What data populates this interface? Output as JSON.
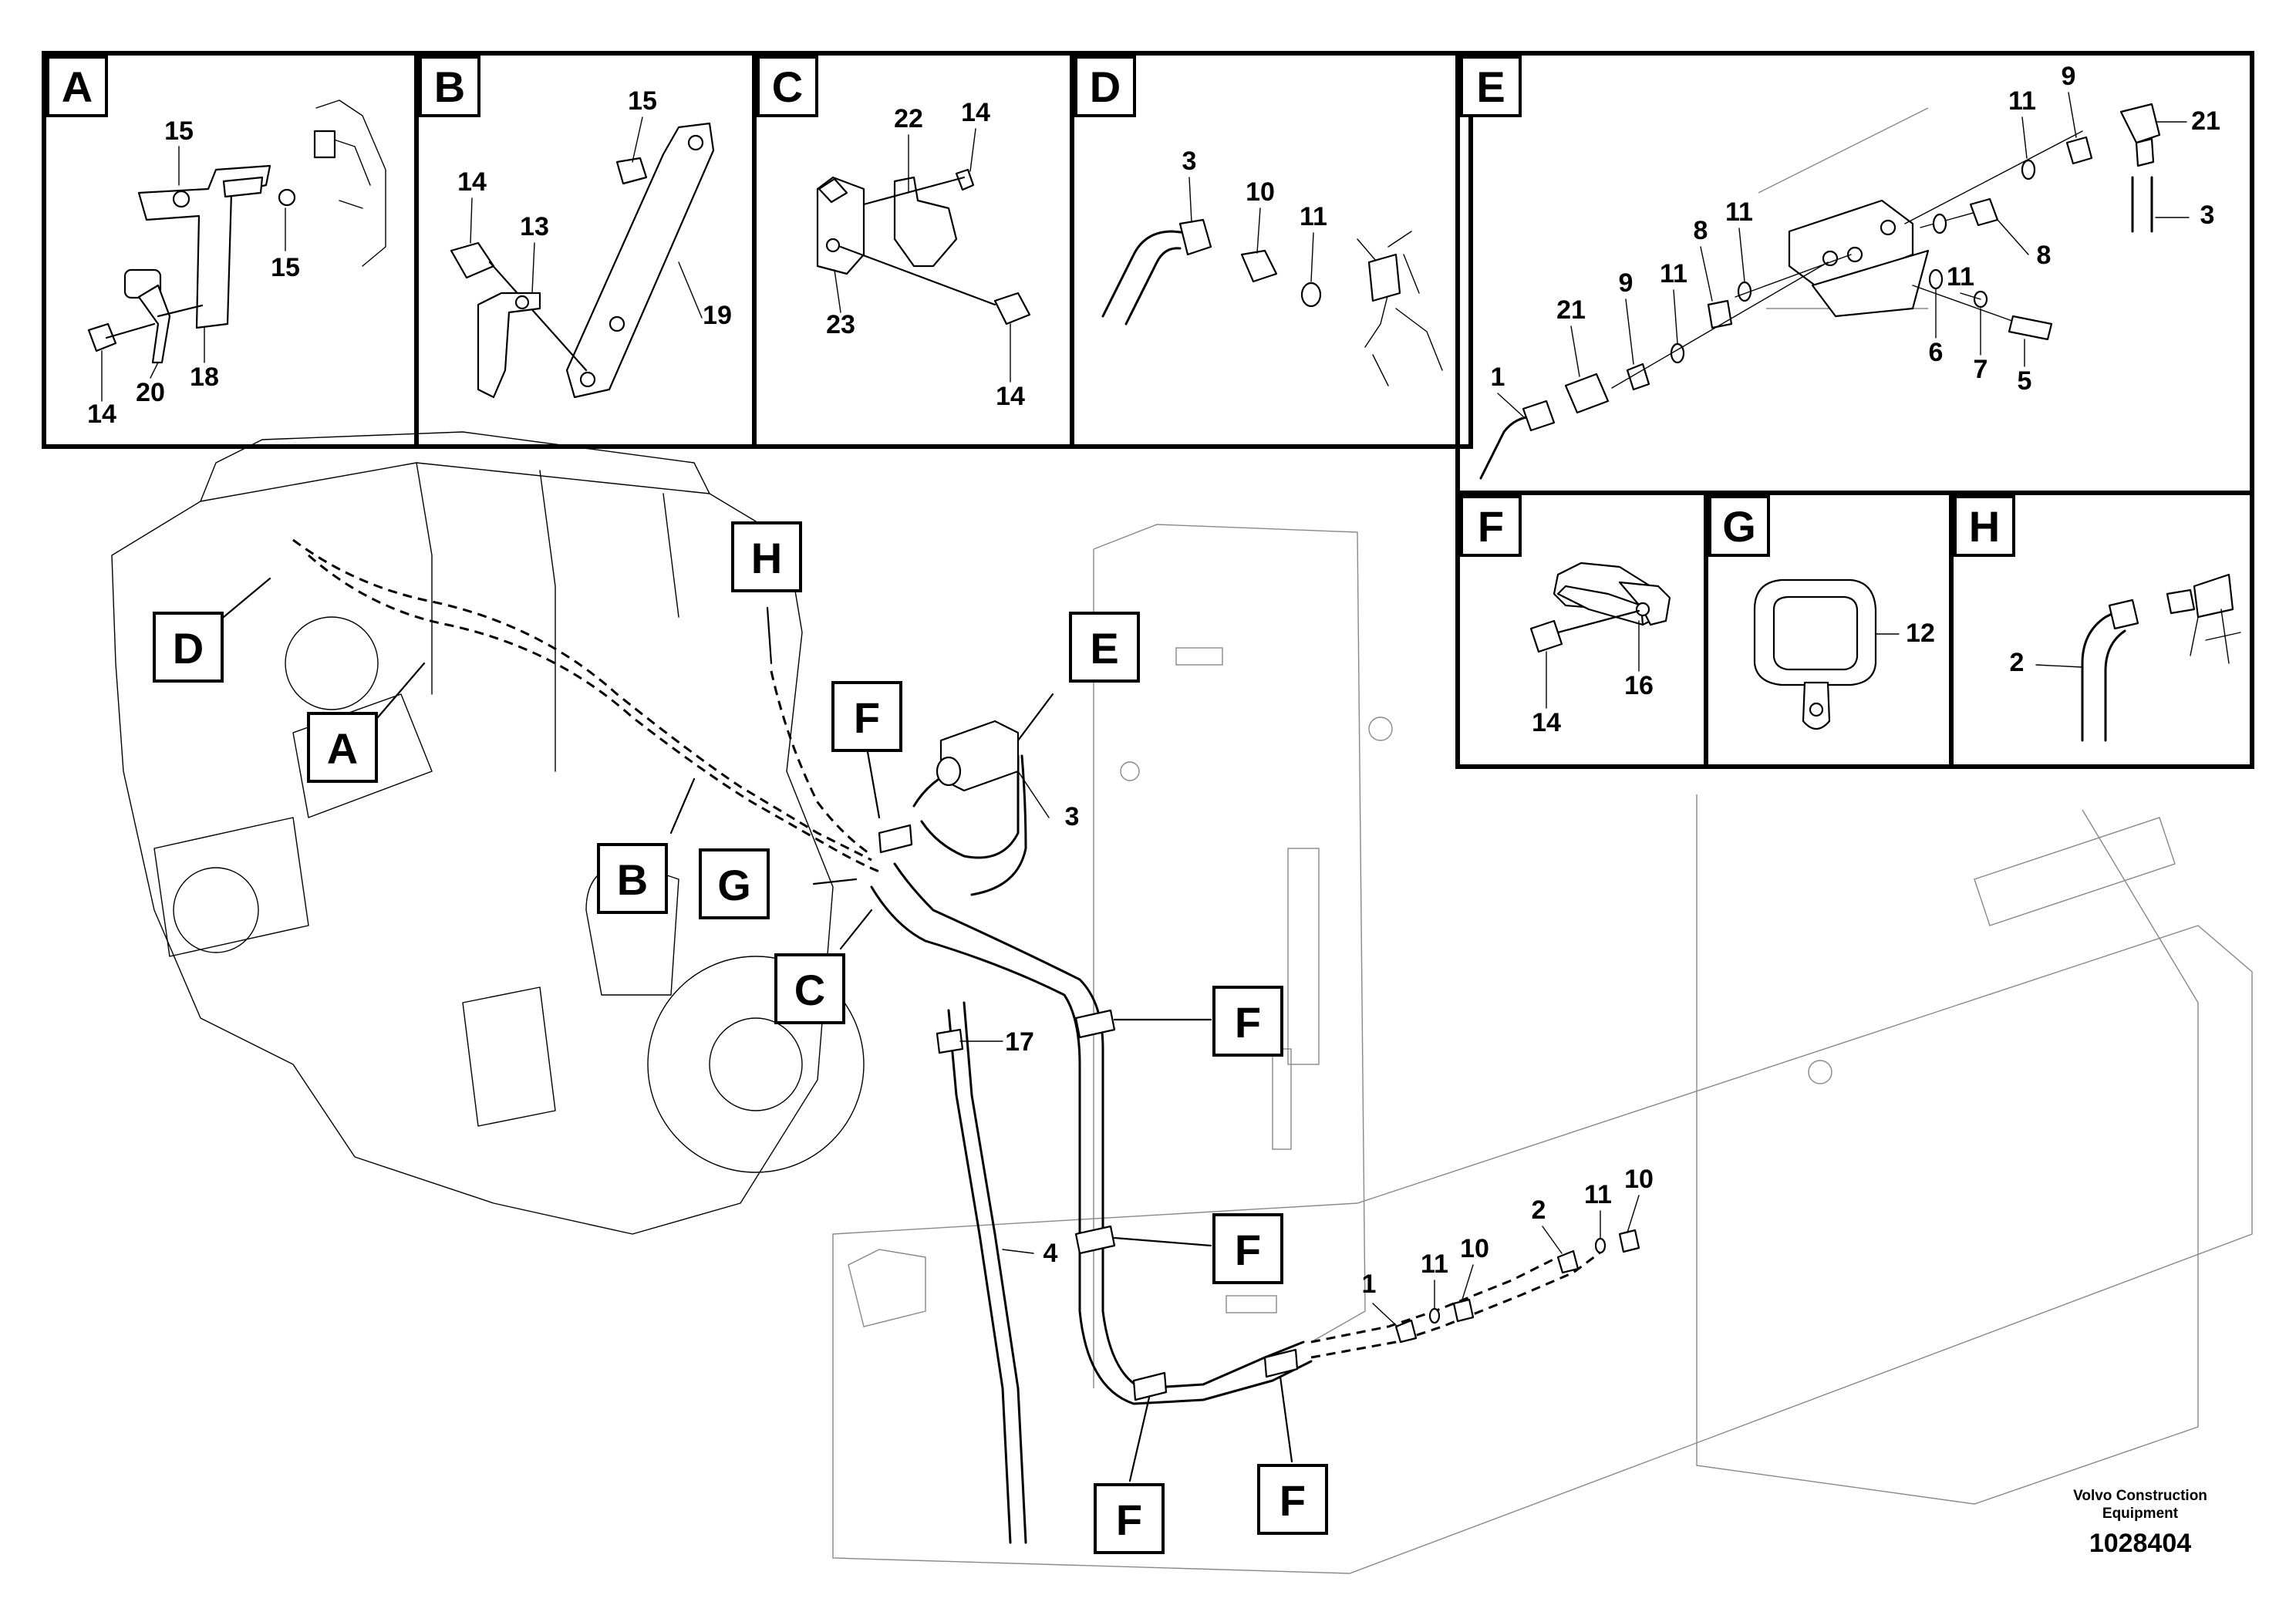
{
  "footer": {
    "company_line1": "Volvo Construction",
    "company_line2": "Equipment",
    "drawing_id": "1028404"
  },
  "panels": {
    "A": {
      "letter": "A",
      "callouts": [
        "15",
        "15",
        "14",
        "20",
        "18"
      ]
    },
    "B": {
      "letter": "B",
      "callouts": [
        "15",
        "14",
        "13",
        "19"
      ]
    },
    "C": {
      "letter": "C",
      "callouts": [
        "22",
        "14",
        "23",
        "14"
      ]
    },
    "D": {
      "letter": "D",
      "callouts": [
        "3",
        "10",
        "11"
      ]
    },
    "E": {
      "letter": "E",
      "callouts": [
        "11",
        "9",
        "21",
        "3",
        "8",
        "11",
        "8",
        "11",
        "9",
        "11",
        "21",
        "1",
        "6",
        "7",
        "5"
      ]
    },
    "F": {
      "letter": "F",
      "callouts": [
        "14",
        "16"
      ]
    },
    "G": {
      "letter": "G",
      "callouts": [
        "12"
      ]
    },
    "H": {
      "letter": "H",
      "callouts": [
        "2"
      ]
    }
  },
  "main_view": {
    "tags": [
      "D",
      "A",
      "H",
      "B",
      "G",
      "C",
      "E",
      "F",
      "F",
      "F",
      "F",
      "F"
    ],
    "callouts": [
      "3",
      "17",
      "4",
      "1",
      "11",
      "10",
      "2",
      "11",
      "10"
    ]
  }
}
